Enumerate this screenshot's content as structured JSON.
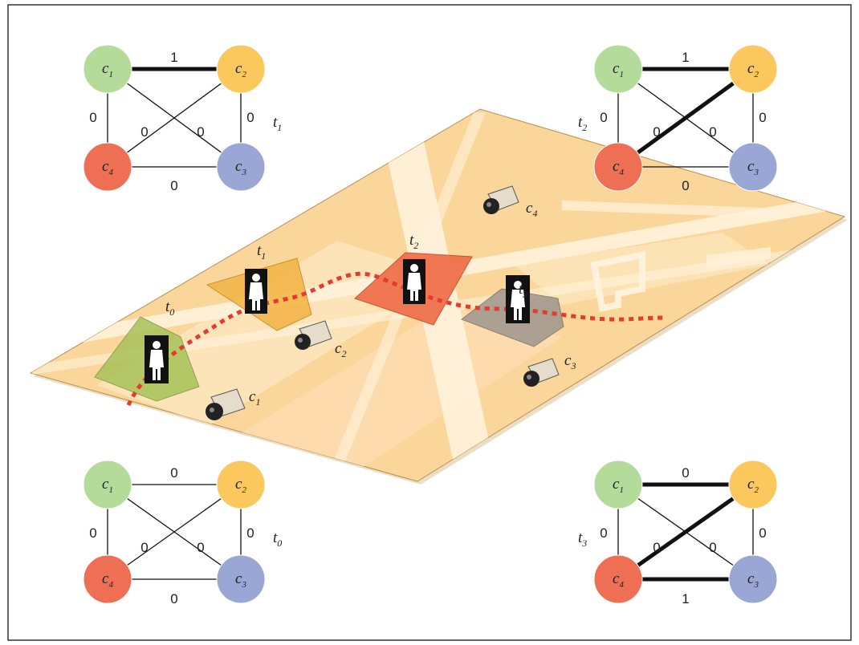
{
  "colors": {
    "map_base": "#fbd69a",
    "map_light": "#fde9c4",
    "map_street": "#fff3df",
    "trajectory": "#e63a2e",
    "c1": "#b5db9b",
    "c2": "#fbc85e",
    "c3": "#9aa6d4",
    "c4": "#ef6f55",
    "region_t0": "#a8c25a",
    "region_t1": "#f3b64a",
    "region_t2": "#ee6b45",
    "region_t3": "#a39a90"
  },
  "graphs": [
    {
      "id": "graph-t1",
      "time_label": "t",
      "time_sub": "1",
      "nodes": [
        "c",
        "c",
        "c",
        "c"
      ],
      "node_subs": [
        "1",
        "2",
        "3",
        "4"
      ],
      "edges": {
        "c1_c2": "1",
        "c2_c3": "0",
        "c3_c4": "0",
        "c4_c1": "0",
        "c1_c3": "0",
        "c2_c4": "0"
      },
      "thick": [
        "c1_c2"
      ]
    },
    {
      "id": "graph-t2",
      "time_label": "t",
      "time_sub": "2",
      "nodes": [
        "c",
        "c",
        "c",
        "c"
      ],
      "node_subs": [
        "1",
        "2",
        "3",
        "4"
      ],
      "edges": {
        "c1_c2": "1",
        "c2_c3": "0",
        "c3_c4": "0",
        "c4_c1": "0",
        "c1_c3": "0",
        "c2_c4": "0"
      },
      "thick": [
        "c1_c2",
        "c2_c4"
      ]
    },
    {
      "id": "graph-t0",
      "time_label": "t",
      "time_sub": "0",
      "nodes": [
        "c",
        "c",
        "c",
        "c"
      ],
      "node_subs": [
        "1",
        "2",
        "3",
        "4"
      ],
      "edges": {
        "c1_c2": "0",
        "c2_c3": "0",
        "c3_c4": "0",
        "c4_c1": "0",
        "c1_c3": "0",
        "c2_c4": "0"
      },
      "thick": []
    },
    {
      "id": "graph-t3",
      "time_label": "t",
      "time_sub": "3",
      "nodes": [
        "c",
        "c",
        "c",
        "c"
      ],
      "node_subs": [
        "1",
        "2",
        "3",
        "4"
      ],
      "edges": {
        "c1_c2": "0",
        "c2_c3": "0",
        "c3_c4": "1",
        "c4_c1": "0",
        "c1_c3": "0",
        "c2_c4": "0"
      },
      "thick": [
        "c1_c2",
        "c2_c4",
        "c3_c4"
      ]
    }
  ],
  "map": {
    "region_labels": [
      {
        "text": "t",
        "sub": "0"
      },
      {
        "text": "t",
        "sub": "1"
      },
      {
        "text": "t",
        "sub": "2"
      },
      {
        "text": "t",
        "sub": "3"
      }
    ],
    "cameras": [
      {
        "text": "c",
        "sub": "1"
      },
      {
        "text": "c",
        "sub": "2"
      },
      {
        "text": "c",
        "sub": "3"
      },
      {
        "text": "c",
        "sub": "4"
      }
    ]
  }
}
